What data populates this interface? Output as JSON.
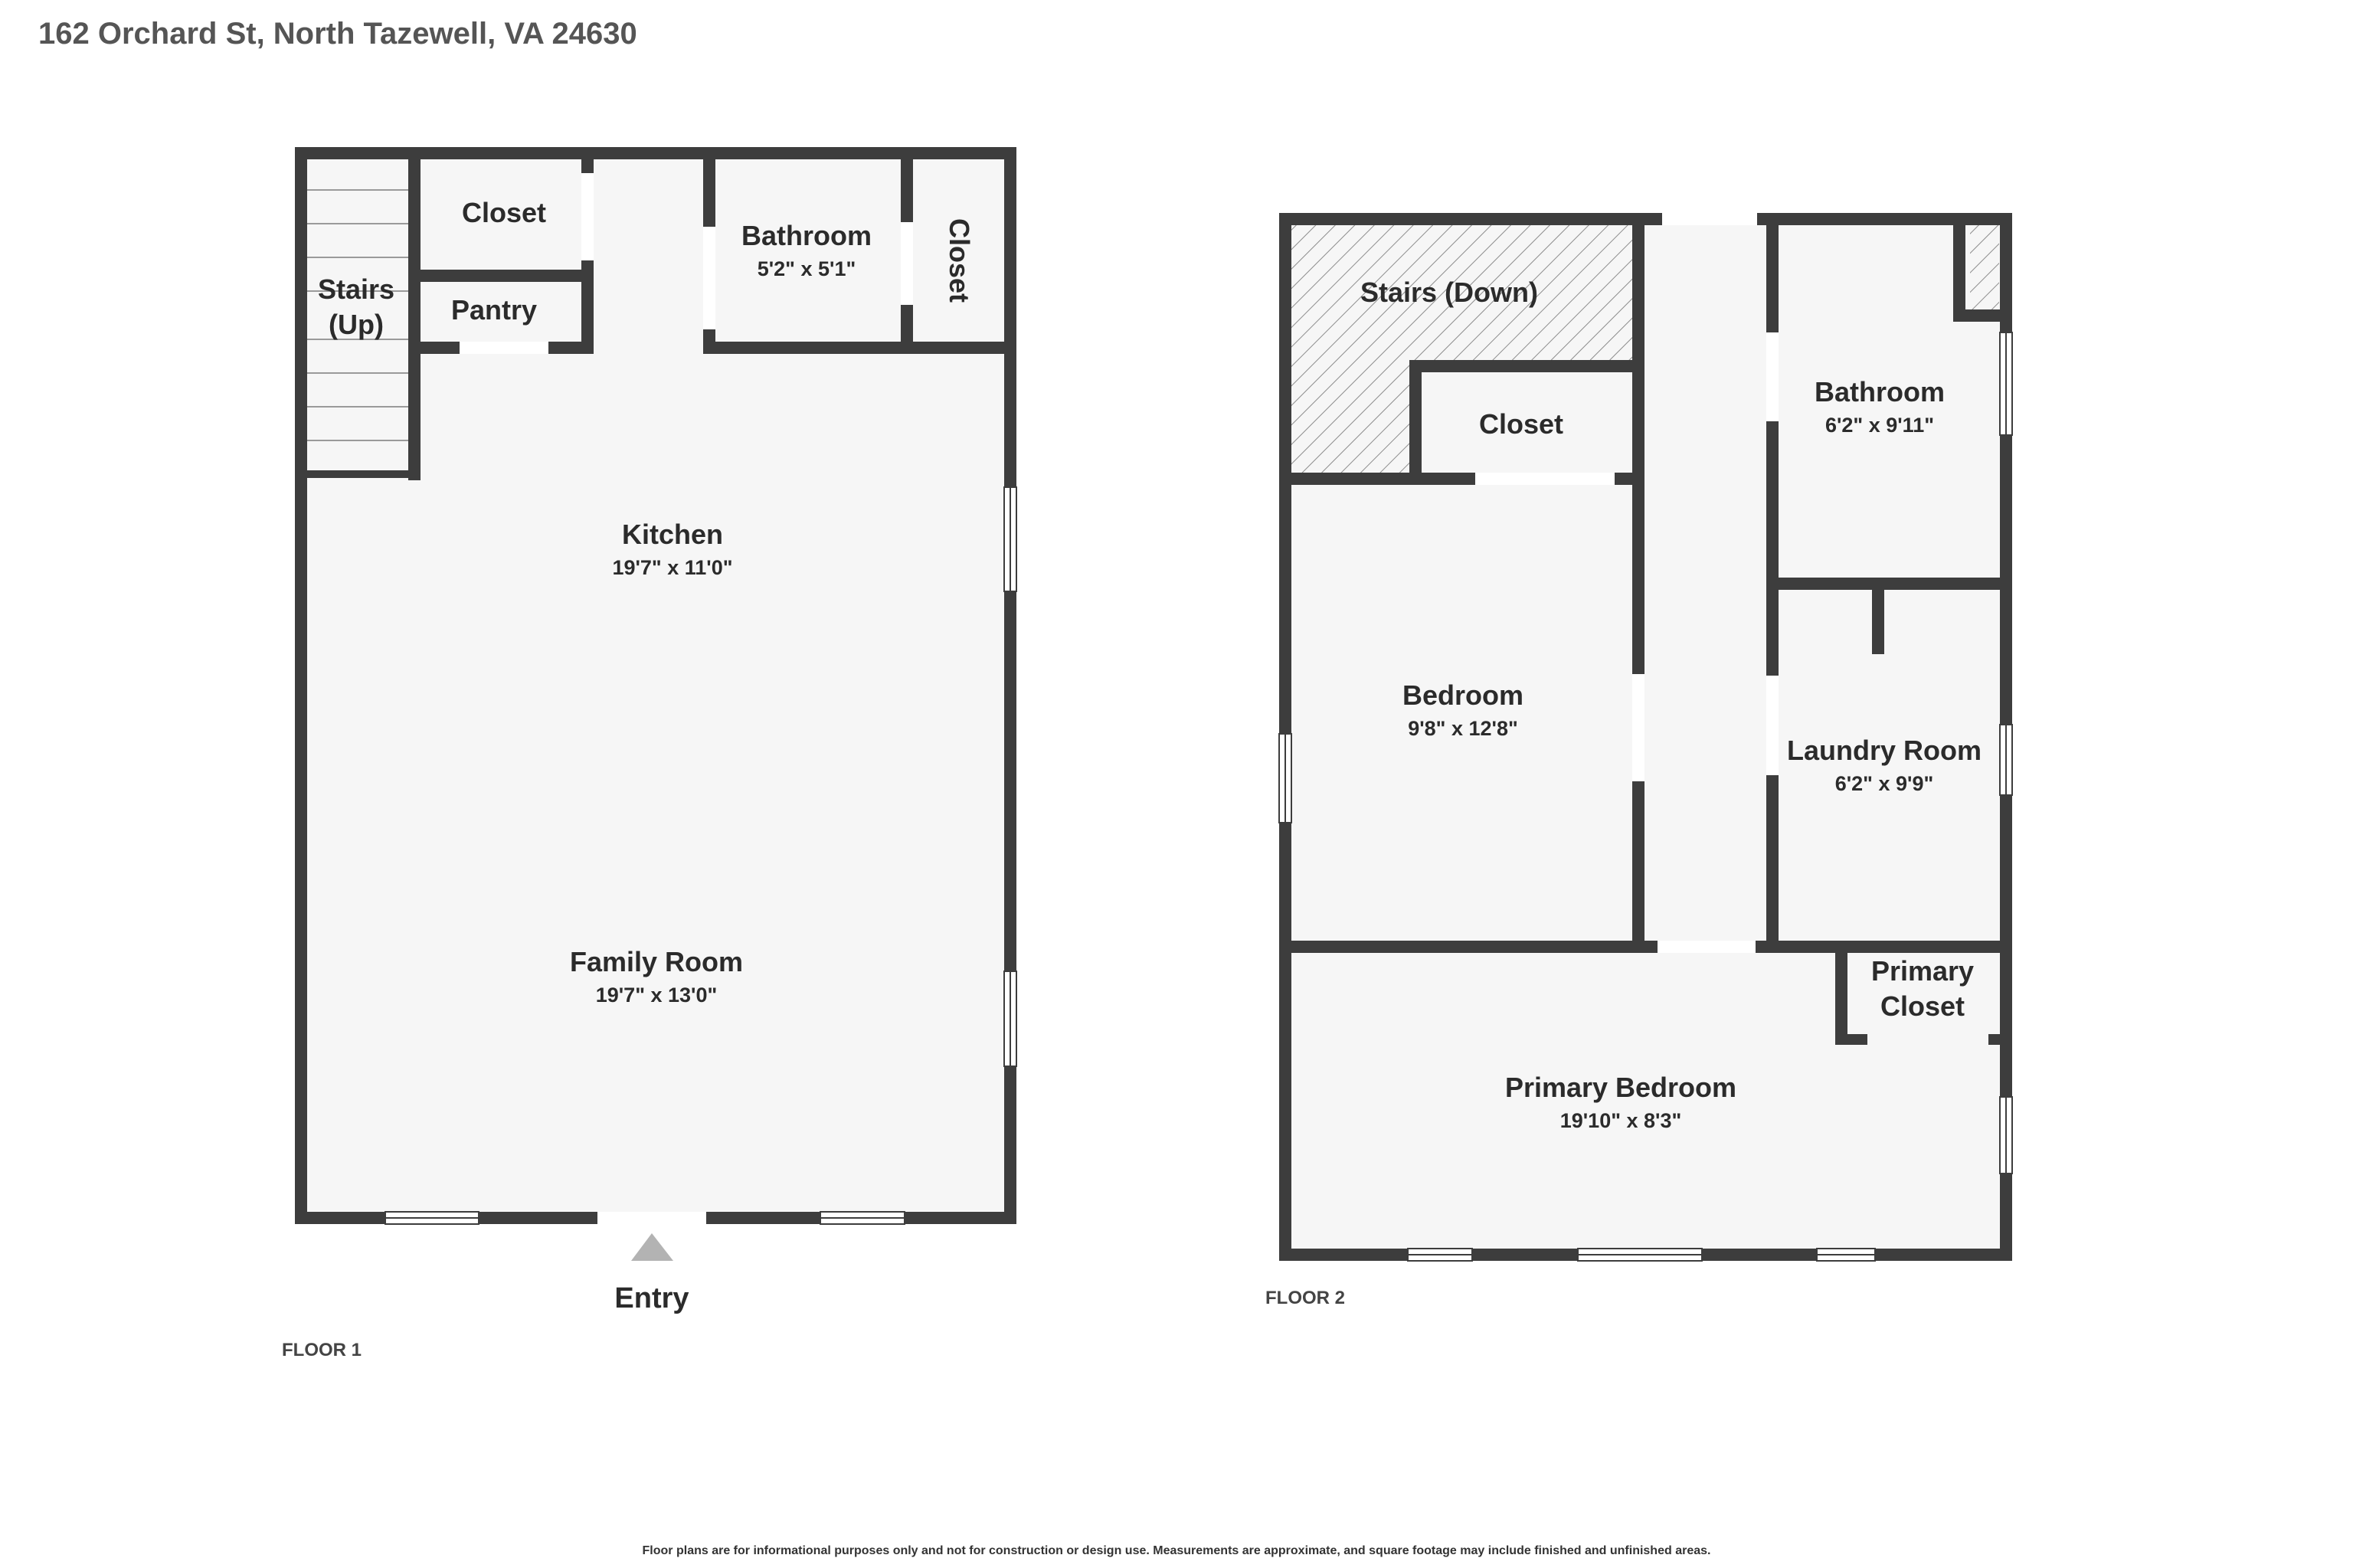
{
  "address": "162 Orchard St, North Tazewell, VA 24630",
  "disclaimer": "Floor plans are for informational purposes only and not for construction or design use. Measurements are approximate, and square footage may include finished and unfinished areas.",
  "colors": {
    "wall": "#3d3d3d",
    "floor": "#f6f6f6",
    "opening": "#ffffff",
    "entry_marker": "#b3b3b3",
    "hatch": "#8c8c8c"
  },
  "floor1": {
    "label": "FLOOR 1",
    "entry_label": "Entry",
    "stairs": {
      "line1": "Stairs",
      "line2": "(Up)"
    },
    "closet": {
      "name": "Closet"
    },
    "pantry": {
      "name": "Pantry"
    },
    "bathroom": {
      "name": "Bathroom",
      "dims": "5'2\" x 5'1\""
    },
    "closet_side": {
      "name": "Closet"
    },
    "kitchen": {
      "name": "Kitchen",
      "dims": "19'7\" x 11'0\""
    },
    "family_room": {
      "name": "Family Room",
      "dims": "19'7\" x 13'0\""
    }
  },
  "floor2": {
    "label": "FLOOR 2",
    "stairs_down": {
      "name": "Stairs (Down)"
    },
    "closet": {
      "name": "Closet"
    },
    "bedroom": {
      "name": "Bedroom",
      "dims": "9'8\" x 12'8\""
    },
    "bathroom": {
      "name": "Bathroom",
      "dims": "6'2\" x 9'11\""
    },
    "laundry": {
      "name": "Laundry Room",
      "dims": "6'2\" x 9'9\""
    },
    "primary_closet": {
      "line1": "Primary",
      "line2": "Closet"
    },
    "primary_bedroom": {
      "name": "Primary Bedroom",
      "dims": "19'10\" x 8'3\""
    }
  }
}
